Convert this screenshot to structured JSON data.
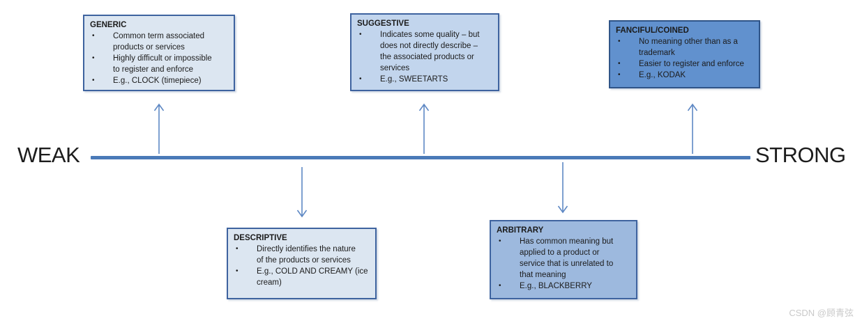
{
  "diagram": {
    "title_semantic": "trademark-strength-spectrum",
    "weak_label": "WEAK",
    "strong_label": "STRONG",
    "line_color": "#4a7ab8",
    "arrow_color": "#5e88c4"
  },
  "boxes": [
    {
      "id": "generic",
      "title": "GENERIC",
      "side": "above-line",
      "bg": "#dce6f1",
      "border": "#3e639f",
      "bullets": [
        [
          "Common term associated",
          "products or services"
        ],
        [
          "Highly difficult or impossible",
          "to register and enforce"
        ],
        [
          "E.g., CLOCK (timepiece)"
        ]
      ]
    },
    {
      "id": "suggestive",
      "title": "SUGGESTIVE",
      "side": "above-line",
      "bg": "#c2d5ed",
      "border": "#3e639f",
      "bullets": [
        [
          "Indicates some quality – but",
          "does not directly describe –",
          "the associated products or",
          "services"
        ],
        [
          "E.g., SWEETARTS"
        ]
      ]
    },
    {
      "id": "fanciful",
      "title": "FANCIFUL/COINED",
      "side": "above-line",
      "bg": "#6191ce",
      "border": "#2f5488",
      "bullets": [
        [
          "No meaning other than as a",
          "trademark"
        ],
        [
          "Easier to register and enforce"
        ],
        [
          "E.g., KODAK"
        ]
      ]
    },
    {
      "id": "descriptive",
      "title": "DESCRIPTIVE",
      "side": "below-line",
      "bg": "#dce6f1",
      "border": "#3e639f",
      "bullets": [
        [
          "Directly identifies the nature",
          "of the products or services"
        ],
        [
          "E.g., COLD AND CREAMY (ice",
          "cream)"
        ]
      ]
    },
    {
      "id": "arbitrary",
      "title": "ARBITRARY",
      "side": "below-line",
      "bg": "#9db9de",
      "border": "#3e639f",
      "bullets": [
        [
          "Has common meaning but",
          "applied to a product or",
          "service that is unrelated to",
          "that meaning"
        ],
        [
          "E.g., BLACKBERRY"
        ]
      ]
    }
  ],
  "watermark": {
    "text": "CSDN @顾青弦",
    "color": "#c9c9c9"
  }
}
